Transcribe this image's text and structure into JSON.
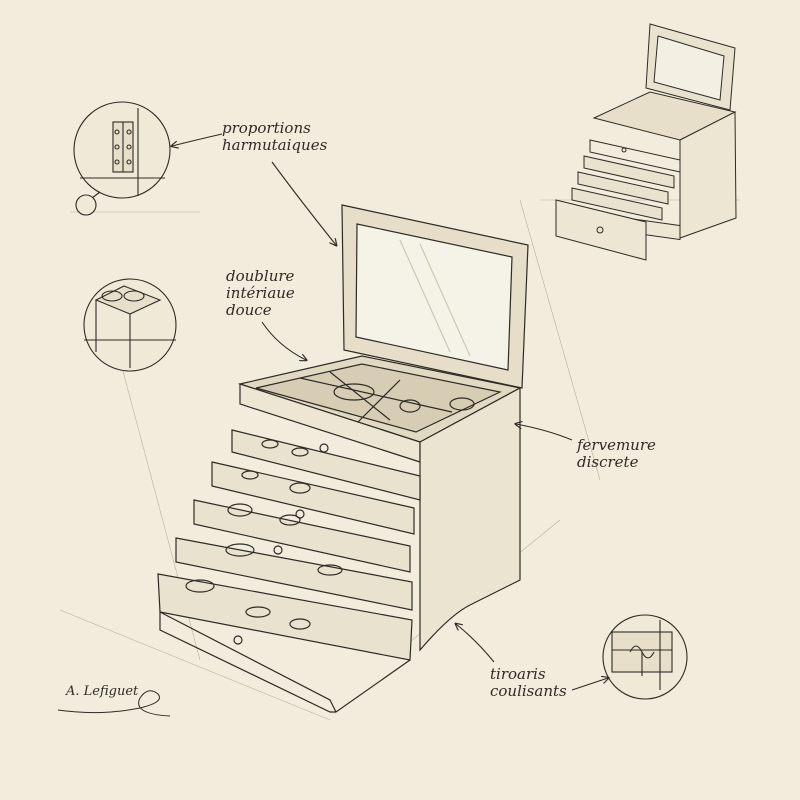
{
  "annotations": {
    "proportions": [
      "proportions",
      "harmutaiques"
    ],
    "doublure": [
      "doublure",
      "intériaue",
      "douce"
    ],
    "fermeture": [
      "fervemure",
      "discrete"
    ],
    "tiroirs": [
      "tiroaris",
      "coulisants"
    ]
  },
  "signature": "A. Lefiguet",
  "colors": {
    "paper": "#f1ecdc",
    "ink": "#2e2b25",
    "shade": "#d9d1bd"
  },
  "icons": [
    "hinge-detail-icon",
    "corner-detail-icon",
    "clasp-detail-icon"
  ]
}
